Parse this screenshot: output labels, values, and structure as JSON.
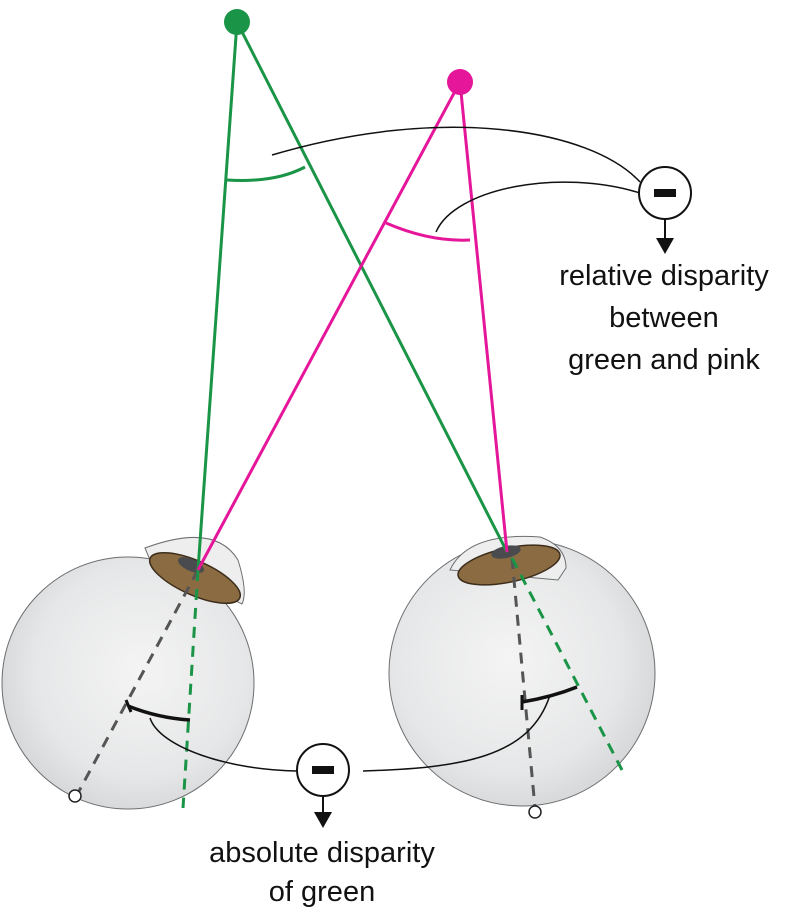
{
  "labels": {
    "relative": [
      "relative disparity",
      "between",
      "green and pink"
    ],
    "absolute": [
      "absolute disparity",
      "of green"
    ]
  },
  "operator_symbol": "minus",
  "colors": {
    "green": "#1a9446",
    "pink": "#e5169a",
    "eyeball": "#e9eaea",
    "eyeball_stroke": "#6d6e70",
    "iris": "#8b6b42",
    "pupil": "#4a4b4f",
    "fovea_line": "#555555",
    "connector": "#111111"
  },
  "icons": {
    "green_point": "filled-circle",
    "pink_point": "filled-circle",
    "relative_operator": "minus-circle-icon",
    "absolute_operator": "minus-circle-icon",
    "fovea_marker": "open-circle"
  }
}
